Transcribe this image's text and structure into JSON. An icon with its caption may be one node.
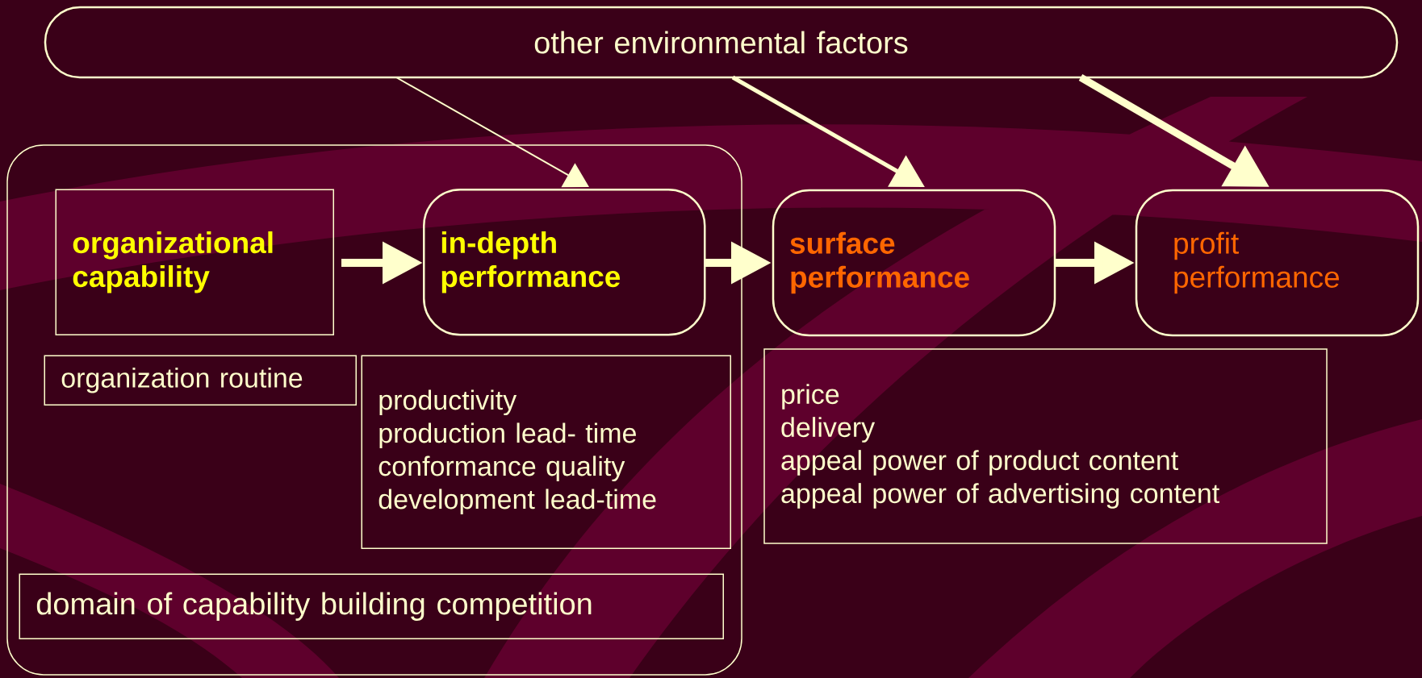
{
  "diagram": {
    "nodes": [
      {
        "text": [
          "other environmental factors"
        ]
      },
      {
        "text": [],
        "shape": "box"
      },
      {
        "text": [
          "organizational capability"
        ],
        "in": 1
      },
      {
        "text": [
          "in-depth performance"
        ],
        "in": 1
      },
      {
        "text": [
          "surface performance"
        ]
      },
      {
        "text": [
          "profit performance"
        ]
      },
      {
        "text": [
          "organization routine"
        ],
        "in": 1
      },
      {
        "text": [
          "productivity",
          "production lead- time",
          "conformance quality",
          "development lead-time"
        ],
        "in": 1
      },
      {
        "text": [
          "domain of capability building competition"
        ],
        "in": 1
      },
      {
        "text": [
          "price",
          "delivery",
          "appeal power of product content",
          "appeal power of advertising content"
        ]
      }
    ],
    "edges": [
      {
        "from": 0,
        "to": 3,
        "arrow": "to"
      },
      {
        "from": 0,
        "to": 4,
        "arrow": "to"
      },
      {
        "from": 0,
        "to": 5,
        "arrow": "to"
      },
      {
        "from": 2,
        "to": 3,
        "arrow": "to"
      },
      {
        "from": 3,
        "to": 4,
        "arrow": "to"
      },
      {
        "from": 4,
        "to": 5,
        "arrow": "to"
      }
    ]
  }
}
